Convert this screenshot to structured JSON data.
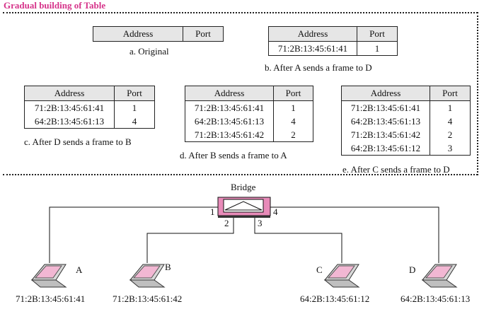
{
  "header": {
    "title": "Gradual building of Table"
  },
  "table_header": {
    "address": "Address",
    "port": "Port"
  },
  "tables": {
    "a": {
      "caption": "a. Original",
      "rows": []
    },
    "b": {
      "caption": "b. After A sends a frame to D",
      "rows": [
        {
          "address": "71:2B:13:45:61:41",
          "port": "1"
        }
      ]
    },
    "c": {
      "caption": "c. After D sends a frame to B",
      "rows": [
        {
          "address": "71:2B:13:45:61:41",
          "port": "1"
        },
        {
          "address": "64:2B:13:45:61:13",
          "port": "4"
        }
      ]
    },
    "d": {
      "caption": "d. After B sends a frame to A",
      "rows": [
        {
          "address": "71:2B:13:45:61:41",
          "port": "1"
        },
        {
          "address": "64:2B:13:45:61:13",
          "port": "4"
        },
        {
          "address": "71:2B:13:45:61:42",
          "port": "2"
        }
      ]
    },
    "e": {
      "caption": "e. After C sends a frame to D",
      "rows": [
        {
          "address": "71:2B:13:45:61:41",
          "port": "1"
        },
        {
          "address": "64:2B:13:45:61:13",
          "port": "4"
        },
        {
          "address": "71:2B:13:45:61:42",
          "port": "2"
        },
        {
          "address": "64:2B:13:45:61:12",
          "port": "3"
        }
      ]
    }
  },
  "bridge": {
    "label": "Bridge",
    "ports": {
      "p1": "1",
      "p2": "2",
      "p3": "3",
      "p4": "4"
    }
  },
  "stations": {
    "A": {
      "name": "A",
      "address": "71:2B:13:45:61:41"
    },
    "B": {
      "name": "B",
      "address": "71:2B:13:45:61:42"
    },
    "C": {
      "name": "C",
      "address": "64:2B:13:45:61:12"
    },
    "D": {
      "name": "D",
      "address": "64:2B:13:45:61:13"
    }
  },
  "colors": {
    "header": "#d6338a",
    "bridge_fill": "#e88bb9",
    "screen": "#f2b7d3"
  }
}
